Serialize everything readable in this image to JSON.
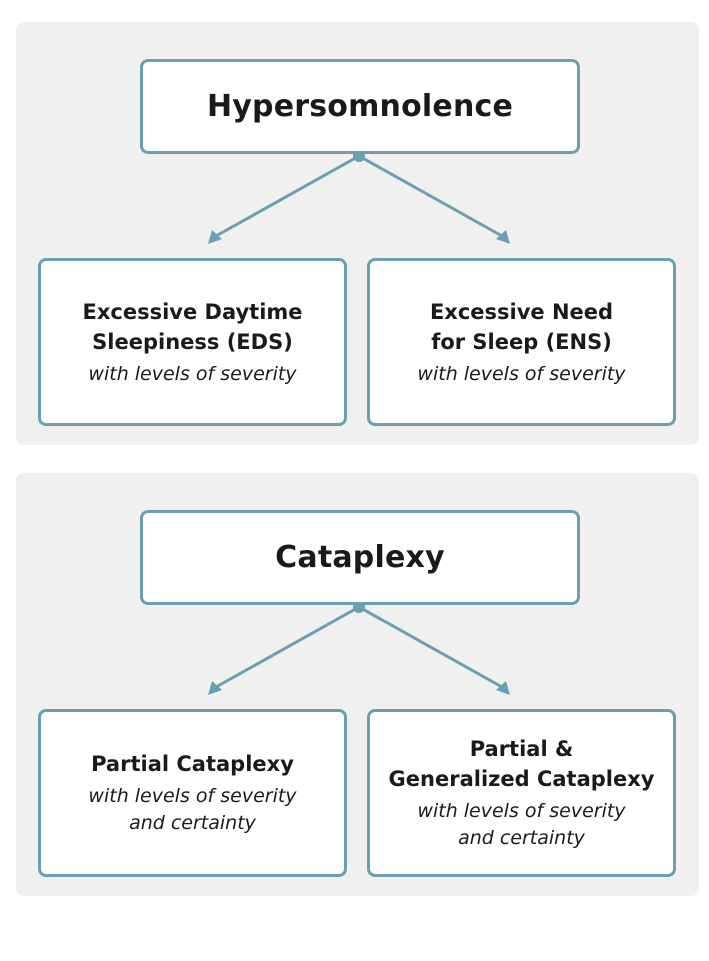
{
  "sections": [
    {
      "title": "Hypersomnolence",
      "children": [
        {
          "title": "Excessive Daytime\nSleepiness (EDS)",
          "subtitle": "with levels of severity"
        },
        {
          "title": "Excessive Need\nfor Sleep (ENS)",
          "subtitle": "with levels of severity"
        }
      ]
    },
    {
      "title": "Cataplexy",
      "children": [
        {
          "title": "Partial Cataplexy",
          "subtitle": "with levels of severity\nand certainty"
        },
        {
          "title": "Partial &\nGeneralized Cataplexy",
          "subtitle": "with levels of severity\nand certainty"
        }
      ]
    }
  ],
  "colors": {
    "border": "#6a9fb0",
    "panel": "#f0f0f0",
    "connector": "#6a9fb0"
  }
}
